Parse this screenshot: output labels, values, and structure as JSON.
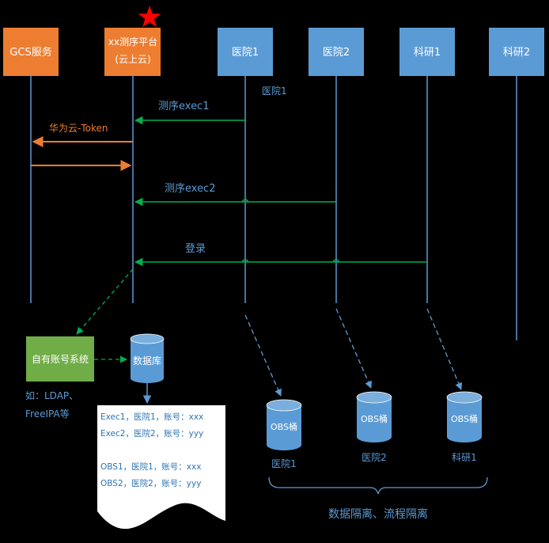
{
  "colors": {
    "background": "#000000",
    "orange": "#ED7D31",
    "blue": "#5B9BD5",
    "green": "#70AD47",
    "arrow_green": "#00B050",
    "star": "#FF0000",
    "white": "#FFFFFF",
    "doc_text": "#2E75B6"
  },
  "lanes": {
    "gcs": "GCS服务",
    "platform_line1": "xx测序平台",
    "platform_line2": "(云上云)",
    "hospital1": "医院1",
    "hospital2": "医院2",
    "research1": "科研1",
    "research2": "科研2"
  },
  "annotations": {
    "hospital1_note": "医院1"
  },
  "messages": {
    "exec1": "测序exec1",
    "huawei_token": "华为云-Token",
    "exec2": "测序exec2",
    "login": "登录"
  },
  "account_system": {
    "label": "自有账号系统",
    "note_line1": "如：LDAP、",
    "note_line2": "FreeIPA等"
  },
  "database": {
    "label": "数据库"
  },
  "document": {
    "lines": [
      "Exec1，医院1，账号：xxx",
      "Exec2，医院2，账号：yyy",
      "OBS1，医院1，账号：xxx",
      "OBS2，医院2，账号：yyy"
    ]
  },
  "buckets": [
    {
      "label": "OBS桶",
      "caption": "医院1"
    },
    {
      "label": "OBS桶",
      "caption": "医院2"
    },
    {
      "label": "OBS桶",
      "caption": "科研1"
    }
  ],
  "isolation_label": "数据隔离、流程隔离"
}
